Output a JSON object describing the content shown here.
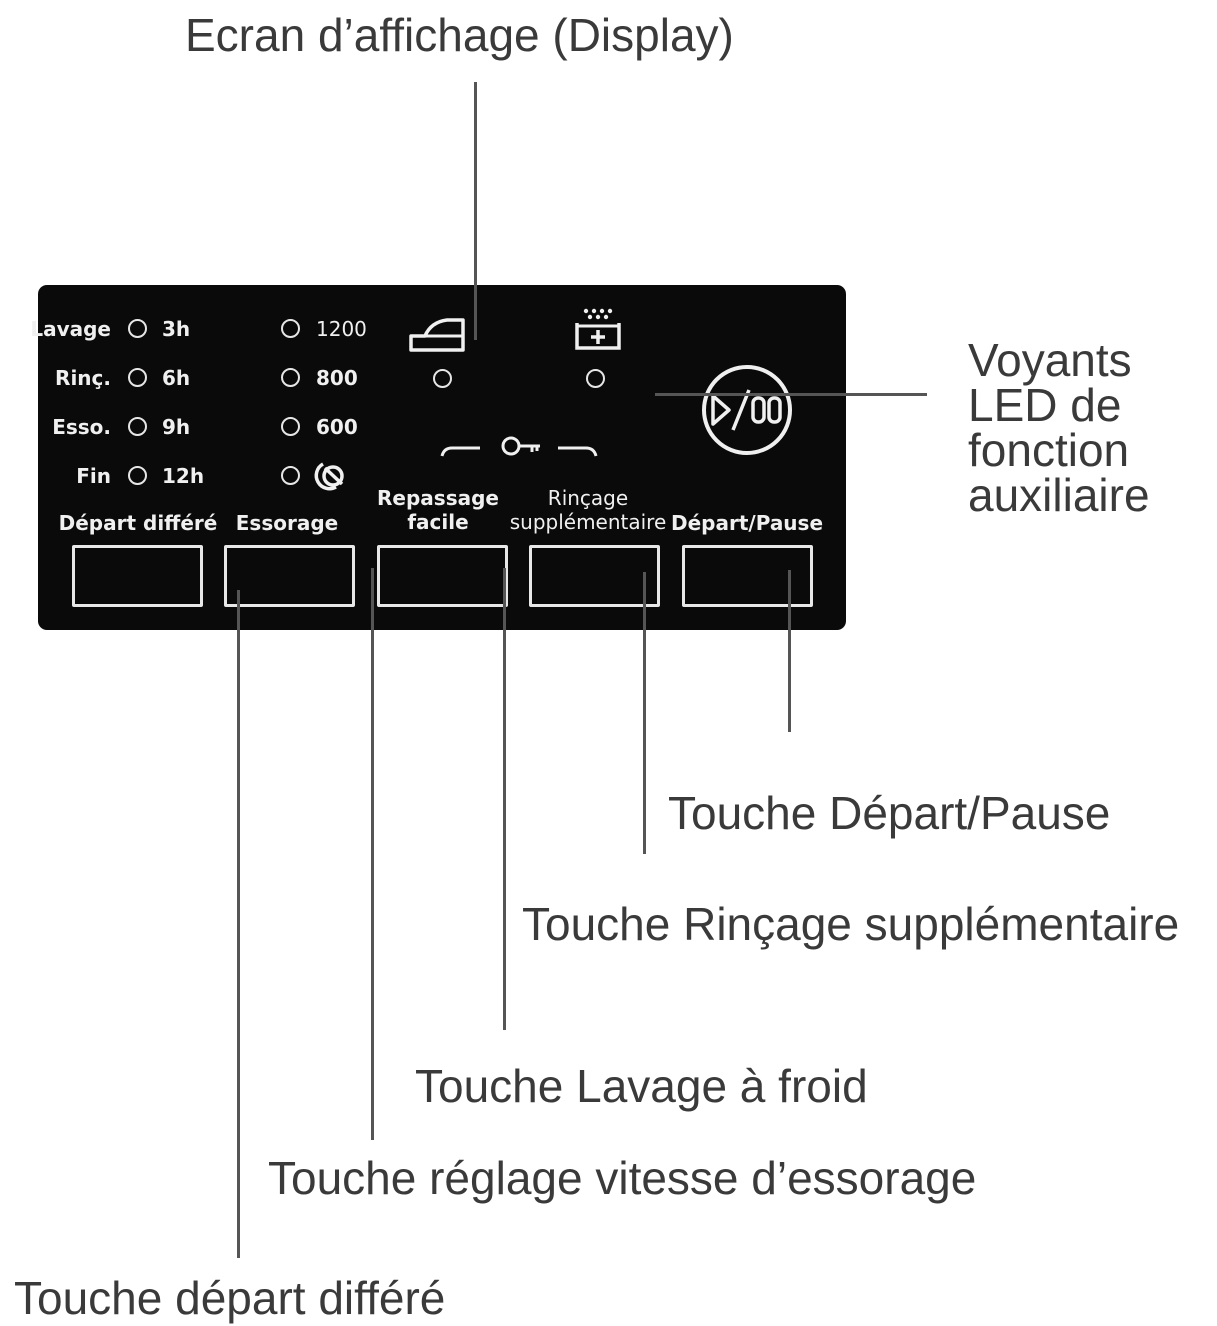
{
  "callouts": {
    "display": "Ecran d’affichage (Display)",
    "leds": "Voyants LED de fonction auxiliaire",
    "start_pause": "Touche Départ/Pause",
    "extra_rinse": "Touche Rinçage supplémentaire",
    "cold_wash": "Touche Lavage  à froid",
    "spin_speed": "Touche réglage vitesse d’essorage",
    "delay_start": "Touche départ différé"
  },
  "panel": {
    "delay_indicators": [
      {
        "label": "Lavage",
        "value": "3h"
      },
      {
        "label": "Rinç.",
        "value": "6h"
      },
      {
        "label": "Esso.",
        "value": "9h"
      },
      {
        "label": "Fin",
        "value": "12h"
      }
    ],
    "spin_indicators": [
      "1200",
      "800",
      "600"
    ],
    "icons": {
      "iron": "iron-icon",
      "extra_rinse": "extra-rinse-icon",
      "child_lock": "key-icon",
      "no_spin": "no-spin-icon",
      "start_pause": "play-pause-icon"
    },
    "buttons": {
      "delay_start": "Départ différé",
      "spin": "Essorage",
      "easy_iron_line1": "Repassage",
      "easy_iron_line2": "facile",
      "extra_rinse_line1": "Rinçage",
      "extra_rinse_line2": "supplémentaire",
      "start_pause": "Départ/Pause"
    },
    "colors": {
      "panel": "#0a0a0a",
      "foreground": "#f0f0f0"
    }
  }
}
